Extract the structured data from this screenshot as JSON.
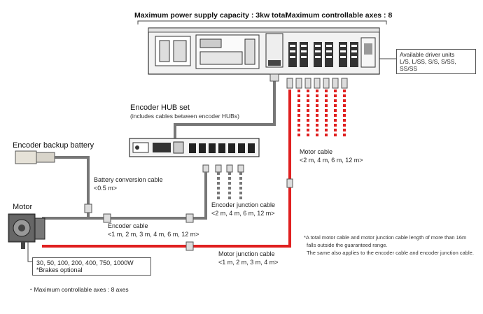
{
  "header": {
    "capacity": "Maximum power supply capacity : 3kw total",
    "axes": "Maximum controllable axes : 8"
  },
  "driver_units": {
    "title": "Available driver units",
    "list": "L/S, L/SS, S/S, S/SS, SS/SS"
  },
  "encoder_hub": {
    "title": "Encoder HUB set",
    "subtitle": "(includes cables between encoder HUBs)"
  },
  "battery": {
    "title": "Encoder backup battery"
  },
  "battery_cable": {
    "name": "Battery conversion cable",
    "length": "<0.5 m>"
  },
  "motor_cable": {
    "name": "Motor cable",
    "length": "<2 m, 4 m, 6 m, 12 m>"
  },
  "encoder_junction_cable": {
    "name": "Encoder junction cable",
    "length": "<2 m, 4 m, 6 m, 12 m>"
  },
  "motor": {
    "title": "Motor",
    "wattages": "30, 50, 100, 200, 400, 750, 1000W",
    "brakes": "*Brakes optional"
  },
  "encoder_cable": {
    "name": "Encoder cable",
    "length": "<1 m, 2 m, 3 m, 4 m, 6 m, 12 m>"
  },
  "motor_junction_cable": {
    "name": "Motor junction cable",
    "length": "<1 m, 2 m, 3 m, 4 m>"
  },
  "notes": {
    "line1": "*A total motor cable and motor junction cable length of more than 16m",
    "line2": "falls outside the guaranteed range.",
    "line3": "The same also applies to the encoder cable and encoder junction cable."
  },
  "footer": "・Maximum controllable axes : 8 axes",
  "colors": {
    "motor_cable": "#e02020",
    "encoder_cable": "#777777",
    "bracket": "#444444"
  }
}
